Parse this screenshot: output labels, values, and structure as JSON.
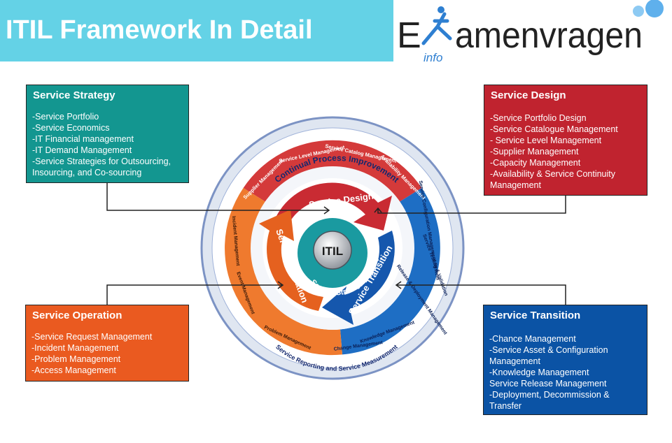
{
  "header": {
    "title": "ITIL Framework In Detail"
  },
  "logo": {
    "prefix": "E",
    "suffix": "amenvragen",
    "sub": "info"
  },
  "boxes": {
    "strategy": {
      "title": "Service Strategy",
      "items": [
        "-Service Portfolio",
        "-Service Economics",
        "-IT Financial management",
        "-IT Demand Management",
        "-Service Strategies for Outsourcing, Insourcing, and Co-sourcing"
      ]
    },
    "design": {
      "title": "Service Design",
      "items": [
        "-Service Portfolio Design",
        "-Service Catalogue Management",
        "- Service Level Management",
        "-Supplier Management",
        "-Capacity Management",
        "-Availability & Service Continuity Management"
      ]
    },
    "operation": {
      "title": "Service Operation",
      "items": [
        "-Service Request Management",
        "-Incident Management",
        "-Problem Management",
        "-Access Management"
      ]
    },
    "transition": {
      "title": "Service Transition",
      "items": [
        "-Chance Management",
        "-Service Asset & Configuration Management",
        "-Knowledge Management",
        "Service Release Management",
        "-Deployment, Decommission & Transfer"
      ]
    }
  },
  "wheel": {
    "outer_top": "Continual Process Improvement",
    "outer_bottom": "Service Reporting and Service Measurement",
    "center": "ITIL",
    "center_ring": "Service Strategy",
    "design_arrow": "Service Design",
    "operation_arrow": "Service Operation",
    "transition_arrow": "Service Transition",
    "design_procs": [
      "Supplier Management",
      "Service Level Management",
      "Service Catalog Management",
      "Availability Management"
    ],
    "transition_procs": [
      "Service Configuration Management System",
      "Service Testing & Validation",
      "Release & Deployment Management",
      "Knowledge Management",
      "Change Management"
    ],
    "operation_procs": [
      "Incident Management",
      "Event Management",
      "Problem Management"
    ],
    "colors": {
      "design": "#d43a3a",
      "transition": "#1e6ec4",
      "operation": "#ef7a2e",
      "strategy": "#1a9aa0",
      "outer": "#dfe6f1",
      "text_dark": "#14286e"
    }
  }
}
